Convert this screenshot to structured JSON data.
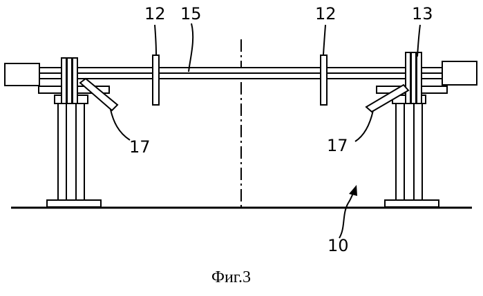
{
  "labels": {
    "ref_12_left": "12",
    "ref_15": "15",
    "ref_12_right": "12",
    "ref_13": "13",
    "ref_17_left": "17",
    "ref_17_right": "17",
    "ref_10": "10"
  },
  "caption": "Фиг.3"
}
